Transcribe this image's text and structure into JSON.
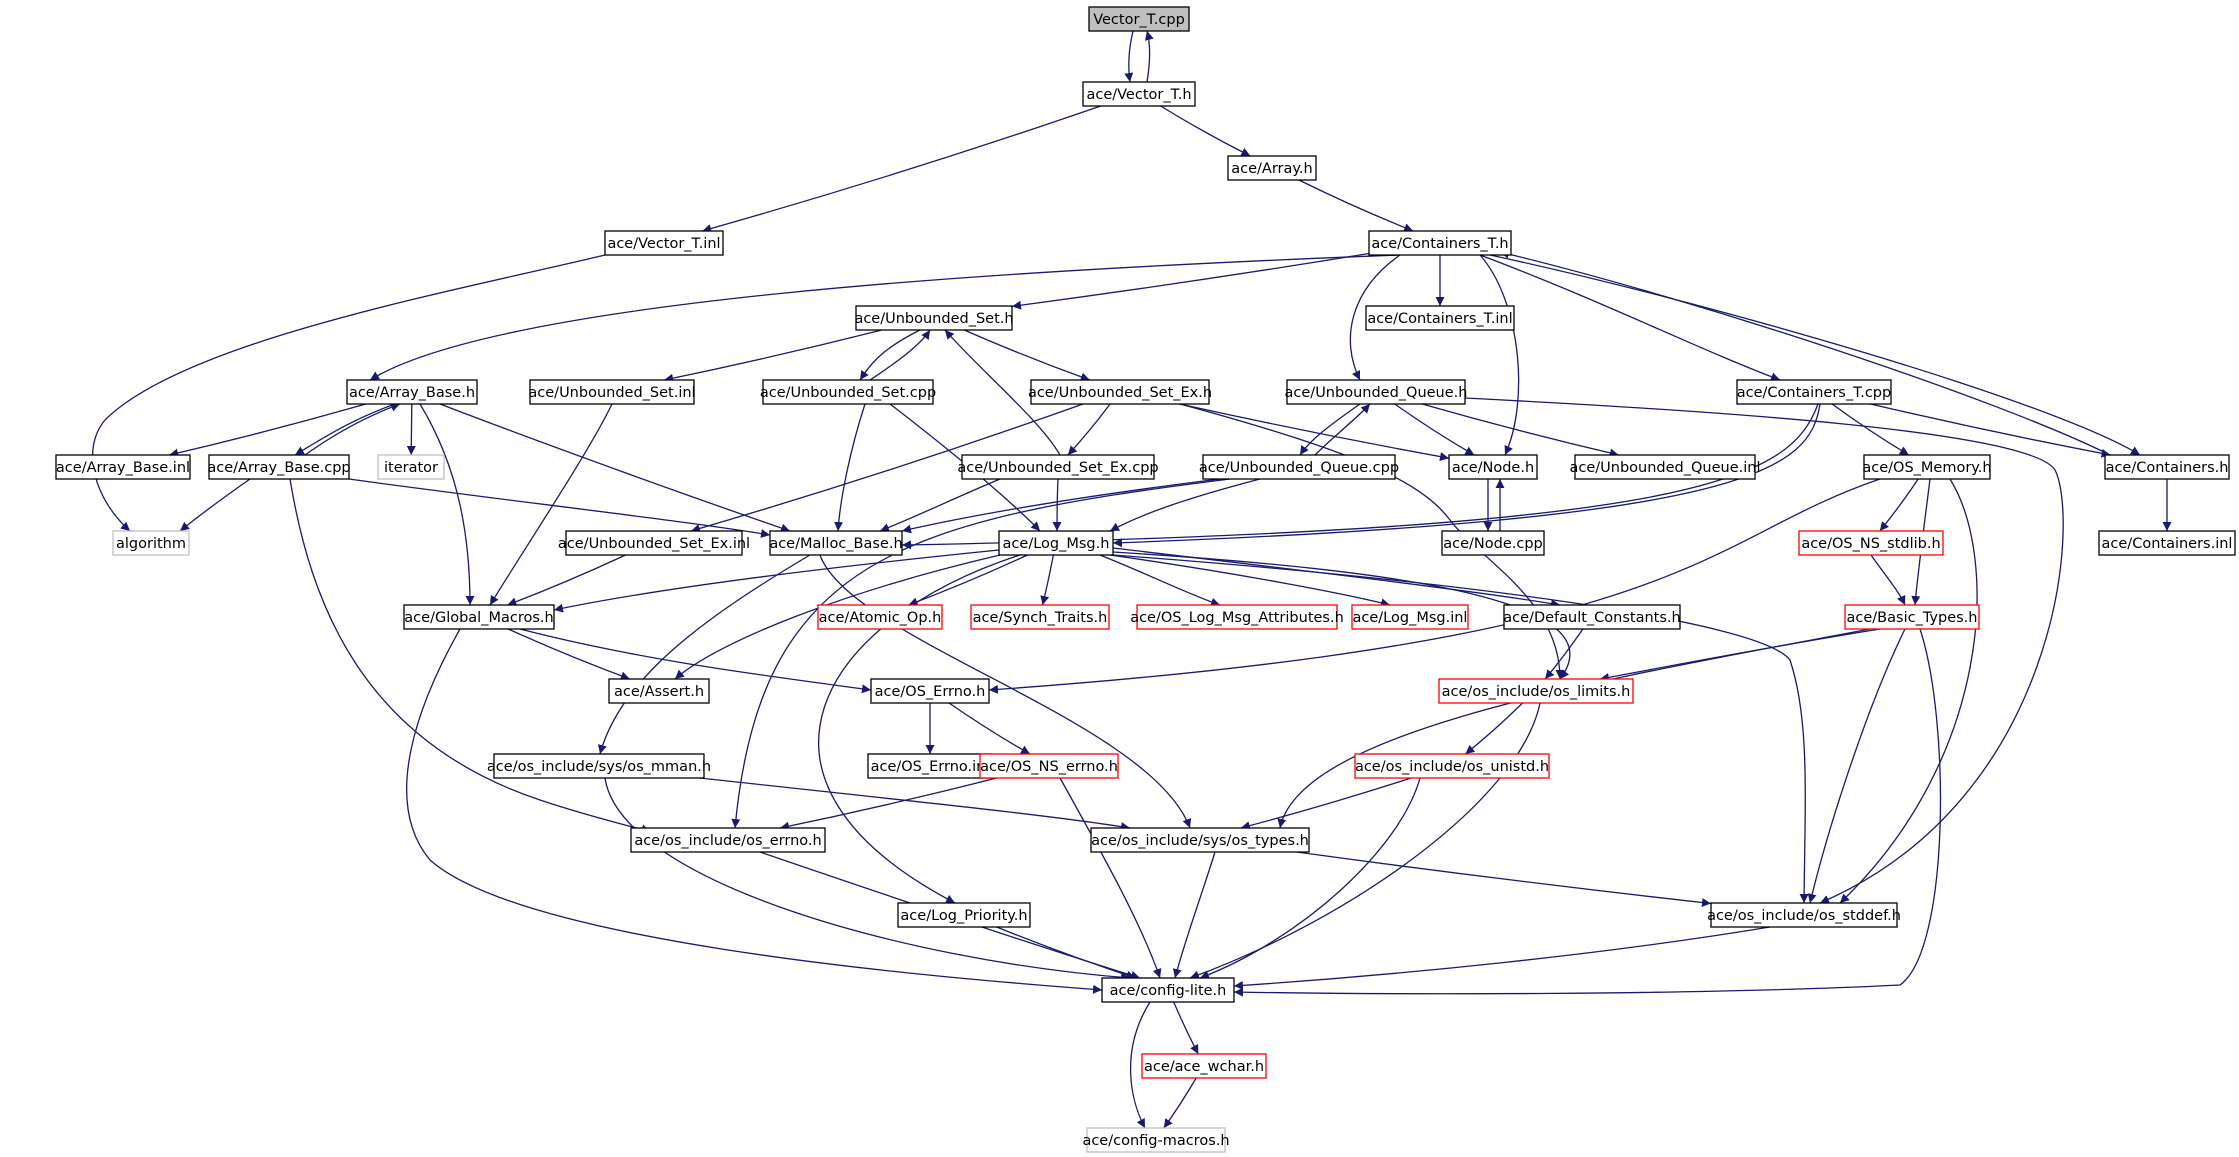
{
  "colors": {
    "edge": "#191970",
    "node_border_normal": "#000000",
    "node_border_red": "#ff0000",
    "node_border_gray": "#bfbfbf",
    "node_fill_root": "#bfbfbf",
    "node_fill": "#ffffff",
    "text": "#000000"
  },
  "nodes": [
    {
      "id": "vector_t_cpp",
      "label": "Vector_T.cpp",
      "style": "root"
    },
    {
      "id": "vector_t_h",
      "label": "ace/Vector_T.h",
      "style": "normal"
    },
    {
      "id": "array_h",
      "label": "ace/Array.h",
      "style": "normal"
    },
    {
      "id": "vector_t_inl",
      "label": "ace/Vector_T.inl",
      "style": "normal"
    },
    {
      "id": "containers_t_h",
      "label": "ace/Containers_T.h",
      "style": "normal"
    },
    {
      "id": "unbounded_set_h",
      "label": "ace/Unbounded_Set.h",
      "style": "normal"
    },
    {
      "id": "containers_t_inl",
      "label": "ace/Containers_T.inl",
      "style": "normal"
    },
    {
      "id": "array_base_h",
      "label": "ace/Array_Base.h",
      "style": "normal"
    },
    {
      "id": "unbounded_set_inl",
      "label": "ace/Unbounded_Set.inl",
      "style": "normal"
    },
    {
      "id": "unbounded_set_cpp",
      "label": "ace/Unbounded_Set.cpp",
      "style": "normal"
    },
    {
      "id": "unbounded_set_ex_h",
      "label": "ace/Unbounded_Set_Ex.h",
      "style": "normal"
    },
    {
      "id": "unbounded_queue_h",
      "label": "ace/Unbounded_Queue.h",
      "style": "normal"
    },
    {
      "id": "containers_t_cpp",
      "label": "ace/Containers_T.cpp",
      "style": "normal"
    },
    {
      "id": "array_base_inl",
      "label": "ace/Array_Base.inl",
      "style": "normal"
    },
    {
      "id": "array_base_cpp",
      "label": "ace/Array_Base.cpp",
      "style": "normal"
    },
    {
      "id": "iterator",
      "label": "iterator",
      "style": "gray"
    },
    {
      "id": "unbounded_set_ex_cpp",
      "label": "ace/Unbounded_Set_Ex.cpp",
      "style": "normal"
    },
    {
      "id": "unbounded_queue_cpp",
      "label": "ace/Unbounded_Queue.cpp",
      "style": "normal"
    },
    {
      "id": "node_h",
      "label": "ace/Node.h",
      "style": "normal"
    },
    {
      "id": "unbounded_queue_inl",
      "label": "ace/Unbounded_Queue.inl",
      "style": "normal"
    },
    {
      "id": "os_memory_h",
      "label": "ace/OS_Memory.h",
      "style": "normal"
    },
    {
      "id": "containers_h",
      "label": "ace/Containers.h",
      "style": "normal"
    },
    {
      "id": "algorithm",
      "label": "algorithm",
      "style": "gray"
    },
    {
      "id": "unbounded_set_ex_inl",
      "label": "ace/Unbounded_Set_Ex.inl",
      "style": "normal"
    },
    {
      "id": "malloc_base_h",
      "label": "ace/Malloc_Base.h",
      "style": "normal"
    },
    {
      "id": "log_msg_h",
      "label": "ace/Log_Msg.h",
      "style": "normal"
    },
    {
      "id": "node_cpp",
      "label": "ace/Node.cpp",
      "style": "normal"
    },
    {
      "id": "os_ns_stdlib_h",
      "label": "ace/OS_NS_stdlib.h",
      "style": "red"
    },
    {
      "id": "containers_inl",
      "label": "ace/Containers.inl",
      "style": "normal"
    },
    {
      "id": "global_macros_h",
      "label": "ace/Global_Macros.h",
      "style": "normal"
    },
    {
      "id": "atomic_op_h",
      "label": "ace/Atomic_Op.h",
      "style": "red"
    },
    {
      "id": "synch_traits_h",
      "label": "ace/Synch_Traits.h",
      "style": "red"
    },
    {
      "id": "os_log_msg_attributes_h",
      "label": "ace/OS_Log_Msg_Attributes.h",
      "style": "red"
    },
    {
      "id": "log_msg_inl",
      "label": "ace/Log_Msg.inl",
      "style": "red"
    },
    {
      "id": "default_constants_h",
      "label": "ace/Default_Constants.h",
      "style": "normal"
    },
    {
      "id": "basic_types_h",
      "label": "ace/Basic_Types.h",
      "style": "red"
    },
    {
      "id": "assert_h",
      "label": "ace/Assert.h",
      "style": "normal"
    },
    {
      "id": "os_errno_h",
      "label": "ace/OS_Errno.h",
      "style": "normal"
    },
    {
      "id": "os_limits_h",
      "label": "ace/os_include/os_limits.h",
      "style": "red"
    },
    {
      "id": "os_mman_h",
      "label": "ace/os_include/sys/os_mman.h",
      "style": "normal"
    },
    {
      "id": "os_errno_inl",
      "label": "ace/OS_Errno.inl",
      "style": "normal"
    },
    {
      "id": "os_ns_errno_h",
      "label": "ace/OS_NS_errno.h",
      "style": "red"
    },
    {
      "id": "os_unistd_h",
      "label": "ace/os_include/os_unistd.h",
      "style": "red"
    },
    {
      "id": "os_include_errno_h",
      "label": "ace/os_include/os_errno.h",
      "style": "normal"
    },
    {
      "id": "os_types_h",
      "label": "ace/os_include/sys/os_types.h",
      "style": "normal"
    },
    {
      "id": "log_priority_h",
      "label": "ace/Log_Priority.h",
      "style": "normal"
    },
    {
      "id": "os_stddef_h",
      "label": "ace/os_include/os_stddef.h",
      "style": "normal"
    },
    {
      "id": "config_lite_h",
      "label": "ace/config-lite.h",
      "style": "normal"
    },
    {
      "id": "ace_wchar_h",
      "label": "ace/ace_wchar.h",
      "style": "red"
    },
    {
      "id": "config_macros_h",
      "label": "ace/config-macros.h",
      "style": "gray"
    }
  ],
  "edges": [
    [
      "vector_t_cpp",
      "vector_t_h"
    ],
    [
      "vector_t_h",
      "vector_t_cpp"
    ],
    [
      "vector_t_h",
      "array_h"
    ],
    [
      "vector_t_h",
      "vector_t_inl"
    ],
    [
      "array_h",
      "containers_t_h"
    ],
    [
      "vector_t_inl",
      "algorithm"
    ],
    [
      "containers_t_h",
      "unbounded_set_h"
    ],
    [
      "containers_t_h",
      "containers_t_inl"
    ],
    [
      "containers_t_h",
      "array_base_h"
    ],
    [
      "containers_t_h",
      "unbounded_queue_h"
    ],
    [
      "containers_t_h",
      "node_h"
    ],
    [
      "containers_t_h",
      "containers_t_cpp"
    ],
    [
      "containers_t_h",
      "containers_h"
    ],
    [
      "containers_h",
      "containers_t_h"
    ],
    [
      "containers_h",
      "containers_inl"
    ],
    [
      "unbounded_set_h",
      "unbounded_set_inl"
    ],
    [
      "unbounded_set_h",
      "unbounded_set_cpp"
    ],
    [
      "unbounded_set_cpp",
      "unbounded_set_h"
    ],
    [
      "unbounded_set_h",
      "unbounded_set_ex_h"
    ],
    [
      "unbounded_set_ex_cpp",
      "unbounded_set_h"
    ],
    [
      "array_base_h",
      "array_base_inl"
    ],
    [
      "array_base_h",
      "array_base_cpp"
    ],
    [
      "array_base_cpp",
      "array_base_h"
    ],
    [
      "array_base_h",
      "iterator"
    ],
    [
      "array_base_h",
      "malloc_base_h"
    ],
    [
      "array_base_h",
      "global_macros_h"
    ],
    [
      "array_base_cpp",
      "algorithm"
    ],
    [
      "array_base_cpp",
      "malloc_base_h"
    ],
    [
      "array_base_cpp",
      "os_include_errno_h"
    ],
    [
      "unbounded_set_inl",
      "global_macros_h"
    ],
    [
      "unbounded_set_cpp",
      "malloc_base_h"
    ],
    [
      "unbounded_set_cpp",
      "log_msg_h"
    ],
    [
      "unbounded_set_ex_h",
      "unbounded_set_ex_cpp"
    ],
    [
      "unbounded_set_ex_h",
      "unbounded_set_ex_inl"
    ],
    [
      "unbounded_set_ex_h",
      "node_h"
    ],
    [
      "unbounded_set_ex_h",
      "os_limits_h"
    ],
    [
      "unbounded_set_ex_cpp",
      "malloc_base_h"
    ],
    [
      "unbounded_set_ex_cpp",
      "log_msg_h"
    ],
    [
      "unbounded_queue_h",
      "unbounded_queue_cpp"
    ],
    [
      "unbounded_queue_cpp",
      "unbounded_queue_h"
    ],
    [
      "unbounded_queue_h",
      "node_h"
    ],
    [
      "unbounded_queue_h",
      "unbounded_queue_inl"
    ],
    [
      "unbounded_queue_h",
      "os_stddef_h"
    ],
    [
      "unbounded_queue_cpp",
      "malloc_base_h"
    ],
    [
      "unbounded_queue_cpp",
      "log_msg_h"
    ],
    [
      "unbounded_queue_cpp",
      "os_include_errno_h"
    ],
    [
      "node_h",
      "node_cpp"
    ],
    [
      "node_cpp",
      "node_h"
    ],
    [
      "containers_t_cpp",
      "containers_h"
    ],
    [
      "containers_t_cpp",
      "os_memory_h"
    ],
    [
      "containers_t_cpp",
      "malloc_base_h"
    ],
    [
      "containers_t_cpp",
      "log_msg_h"
    ],
    [
      "unbounded_set_ex_inl",
      "global_macros_h"
    ],
    [
      "malloc_base_h",
      "os_mman_h"
    ],
    [
      "malloc_base_h",
      "os_types_h"
    ],
    [
      "log_msg_h",
      "global_macros_h"
    ],
    [
      "log_msg_h",
      "atomic_op_h"
    ],
    [
      "log_msg_h",
      "synch_traits_h"
    ],
    [
      "log_msg_h",
      "os_log_msg_attributes_h"
    ],
    [
      "log_msg_h",
      "log_msg_inl"
    ],
    [
      "log_msg_h",
      "default_constants_h"
    ],
    [
      "log_msg_h",
      "assert_h"
    ],
    [
      "log_msg_h",
      "log_priority_h"
    ],
    [
      "log_msg_h",
      "os_limits_h"
    ],
    [
      "log_msg_h",
      "os_stddef_h"
    ],
    [
      "os_memory_h",
      "os_ns_stdlib_h"
    ],
    [
      "os_memory_h",
      "basic_types_h"
    ],
    [
      "os_memory_h",
      "os_errno_h"
    ],
    [
      "os_memory_h",
      "os_stddef_h"
    ],
    [
      "os_ns_stdlib_h",
      "basic_types_h"
    ],
    [
      "global_macros_h",
      "assert_h"
    ],
    [
      "global_macros_h",
      "os_errno_h"
    ],
    [
      "global_macros_h",
      "config_lite_h"
    ],
    [
      "default_constants_h",
      "os_limits_h"
    ],
    [
      "basic_types_h",
      "os_limits_h"
    ],
    [
      "basic_types_h",
      "os_types_h"
    ],
    [
      "basic_types_h",
      "os_stddef_h"
    ],
    [
      "basic_types_h",
      "config_lite_h"
    ],
    [
      "os_errno_h",
      "os_errno_inl"
    ],
    [
      "os_errno_h",
      "os_ns_errno_h"
    ],
    [
      "os_limits_h",
      "os_unistd_h"
    ],
    [
      "os_limits_h",
      "config_lite_h"
    ],
    [
      "os_mman_h",
      "os_types_h"
    ],
    [
      "os_mman_h",
      "config_lite_h"
    ],
    [
      "os_ns_errno_h",
      "os_include_errno_h"
    ],
    [
      "os_ns_errno_h",
      "config_lite_h"
    ],
    [
      "os_unistd_h",
      "os_types_h"
    ],
    [
      "os_unistd_h",
      "config_lite_h"
    ],
    [
      "os_include_errno_h",
      "config_lite_h"
    ],
    [
      "os_types_h",
      "os_stddef_h"
    ],
    [
      "os_types_h",
      "config_lite_h"
    ],
    [
      "log_priority_h",
      "config_lite_h"
    ],
    [
      "os_stddef_h",
      "config_lite_h"
    ],
    [
      "config_lite_h",
      "ace_wchar_h"
    ],
    [
      "config_lite_h",
      "config_macros_h"
    ],
    [
      "ace_wchar_h",
      "config_macros_h"
    ]
  ]
}
